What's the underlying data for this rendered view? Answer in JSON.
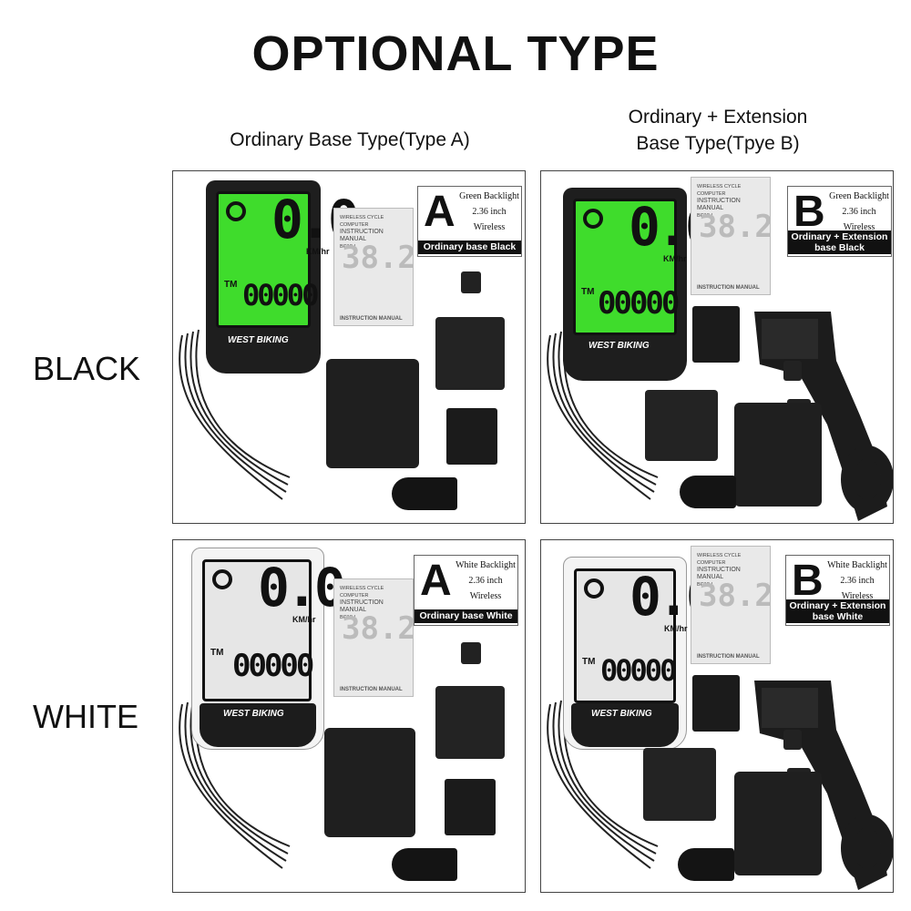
{
  "title": "OPTIONAL TYPE",
  "column_a": "Ordinary Base Type(Type A)",
  "column_b_line1": "Ordinary + Extension",
  "column_b_line2": "Base Type(Tpye B)",
  "row_black": "BLACK",
  "row_white": "WHITE",
  "device": {
    "brand": "WEST BIKING",
    "speed_digits": "0.0",
    "unit": "KM/hr",
    "tm": "TM",
    "odometer": "00000"
  },
  "manual": {
    "line1": "WIRELESS CYCLE COMPUTER",
    "line2": "INSTRUCTION MANUAL",
    "model": "BC18-L",
    "footer": "INSTRUCTION MANUAL",
    "digits": "38.2"
  },
  "panels": {
    "black_a": {
      "letter": "A",
      "backlight": "Green Backlight",
      "size": "2.36 inch",
      "conn": "Wireless",
      "bar": "Ordinary base Black"
    },
    "black_b": {
      "letter": "B",
      "backlight": "Green Backlight",
      "size": "2.36 inch",
      "conn": "Wireless",
      "bar_line1": "Ordinary + Extension",
      "bar_line2": "base Black"
    },
    "white_a": {
      "letter": "A",
      "backlight": "White Backlight",
      "size": "2.36 inch",
      "conn": "Wireless",
      "bar": "Ordinary base White"
    },
    "white_b": {
      "letter": "B",
      "backlight": "White Backlight",
      "size": "2.36 inch",
      "conn": "Wireless",
      "bar_line1": "Ordinary + Extension",
      "bar_line2": "base White"
    }
  },
  "colors": {
    "green_screen": "#3fdc2c",
    "white_screen": "#e6e6e6",
    "black_body": "#1e1e1e",
    "white_body": "#f4f4f4"
  }
}
